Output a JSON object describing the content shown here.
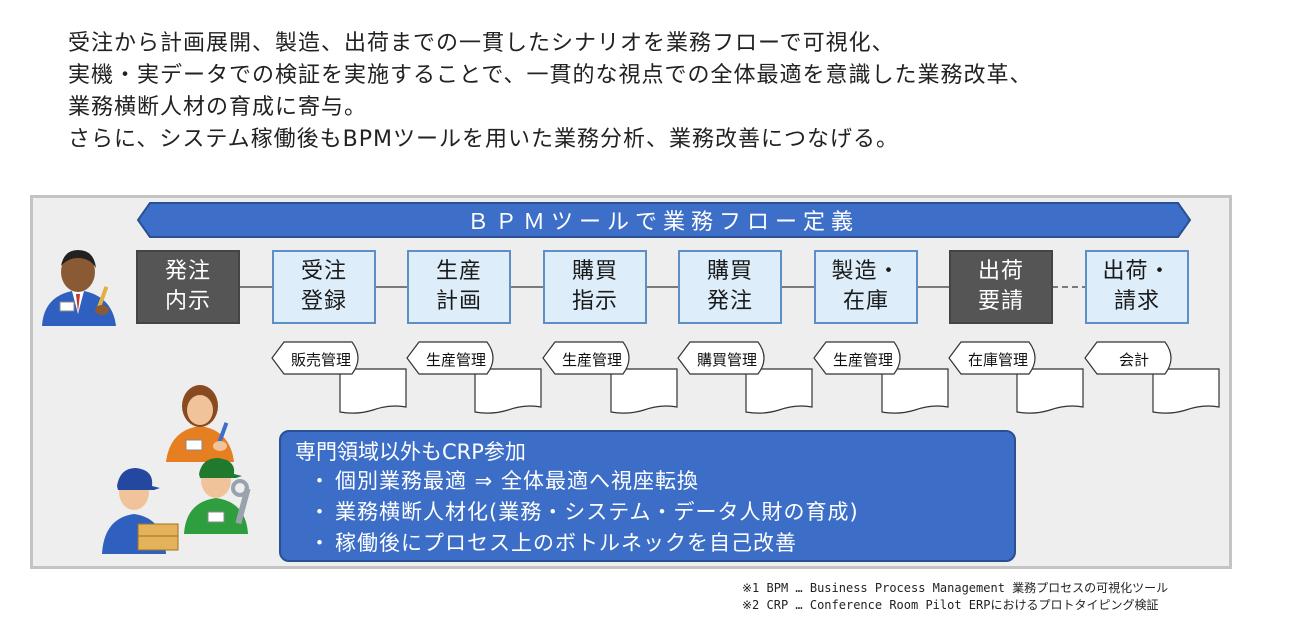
{
  "intro": [
    "受注から計画展開、製造、出荷までの一貫したシナリオを業務フローで可視化、",
    "実機・実データでの検証を実施することで、一貫的な視点での全体最適を意識した業務改革、",
    "業務横断人材の育成に寄与。",
    "さらに、システム稼働後もBPMツールを用いた業務分析、業務改善につなげる。"
  ],
  "banner": "ＢＰＭツールで業務フロー定義",
  "steps": [
    {
      "line1": "発注",
      "line2": "内示"
    },
    {
      "line1": "受注",
      "line2": "登録"
    },
    {
      "line1": "生産",
      "line2": "計画"
    },
    {
      "line1": "購買",
      "line2": "指示"
    },
    {
      "line1": "購買",
      "line2": "発注"
    },
    {
      "line1": "製造・",
      "line2": "在庫"
    },
    {
      "line1": "出荷",
      "line2": "要請"
    },
    {
      "line1": "出荷・",
      "line2": "請求"
    }
  ],
  "systems": [
    "販売管理",
    "生産管理",
    "生産管理",
    "購買管理",
    "生産管理",
    "在庫管理",
    "会計"
  ],
  "crp": {
    "title": "専門領域以外もCRP参加",
    "bullets": [
      "個別業務最適 ⇒ 全体最適へ視座転換",
      "業務横断人材化(業務・システム・データ人財の育成)",
      "稼働後にプロセス上のボトルネックを自己改善"
    ]
  },
  "notes": [
    "※1 BPM … Business Process Management 業務プロセスの可視化ツール",
    "※2 CRP … Conference Room Pilot ERPにおけるプロトタイピング検証"
  ],
  "colors": {
    "banner": "#3d6fc8",
    "step_light_fill": "#ddeefa",
    "step_light_border": "#5d8fc6",
    "step_dark_fill": "#555555",
    "crp_fill": "#3c6ec8",
    "panel_fill": "#eeeeee"
  }
}
